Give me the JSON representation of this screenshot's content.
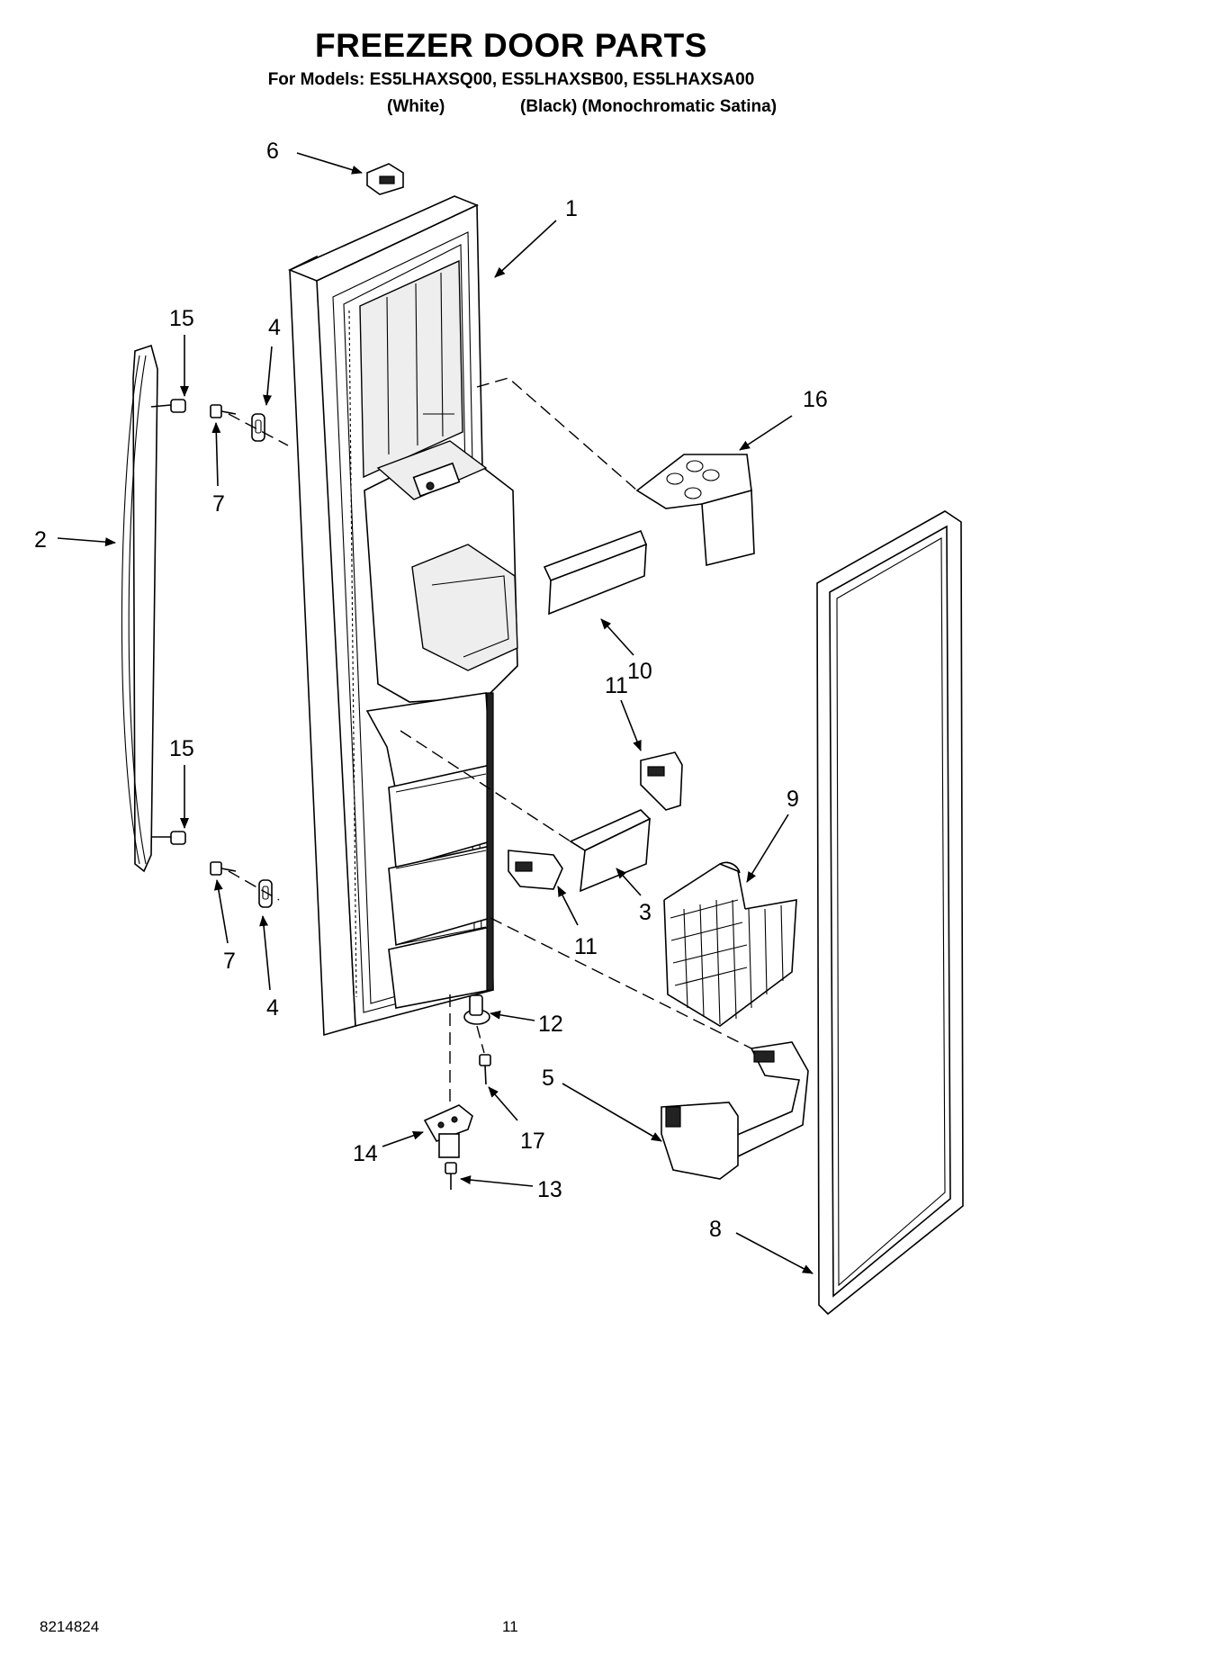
{
  "header": {
    "title": "FREEZER DOOR PARTS",
    "models": "For Models: ES5LHAXSQ00, ES5LHAXSB00, ES5LHAXSA00",
    "variants": [
      "(White)",
      "(Black) (Monochromatic Satina)"
    ]
  },
  "callouts": {
    "c1": "1",
    "c2": "2",
    "c3": "3",
    "c4a": "4",
    "c4b": "4",
    "c5": "5",
    "c6": "6",
    "c7a": "7",
    "c7b": "7",
    "c8": "8",
    "c9": "9",
    "c10": "10",
    "c11a": "11",
    "c11b": "11",
    "c12": "12",
    "c13": "13",
    "c14": "14",
    "c15a": "15",
    "c15b": "15",
    "c16": "16",
    "c17": "17"
  },
  "footer": {
    "doc_number": "8214824",
    "page_number": "11"
  }
}
